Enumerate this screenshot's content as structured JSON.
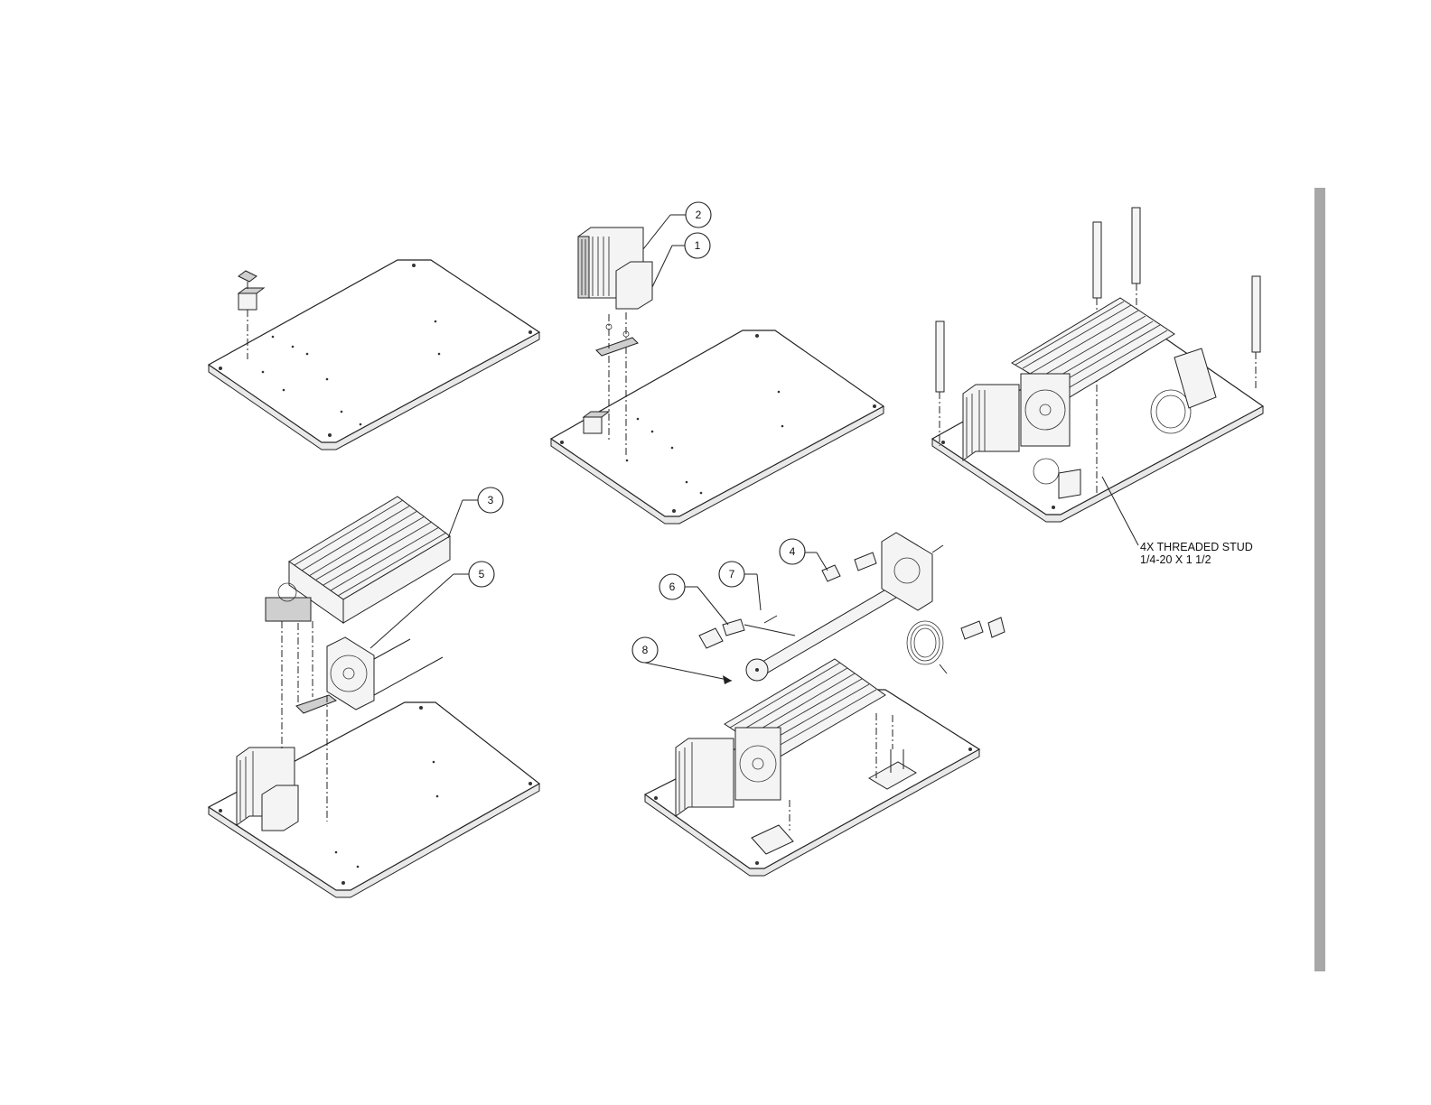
{
  "balloons": [
    {
      "id": "b1",
      "label": "1"
    },
    {
      "id": "b2",
      "label": "2"
    },
    {
      "id": "b3",
      "label": "3"
    },
    {
      "id": "b4",
      "label": "4"
    },
    {
      "id": "b5",
      "label": "5"
    },
    {
      "id": "b6",
      "label": "6"
    },
    {
      "id": "b7",
      "label": "7"
    },
    {
      "id": "b8",
      "label": "8"
    }
  ],
  "note": {
    "line1": "4X THREADED STUD",
    "line2": "1/4-20 X 1 1/2"
  },
  "colors": {
    "line": "#222222",
    "sidebar": "#a7a7a7"
  }
}
